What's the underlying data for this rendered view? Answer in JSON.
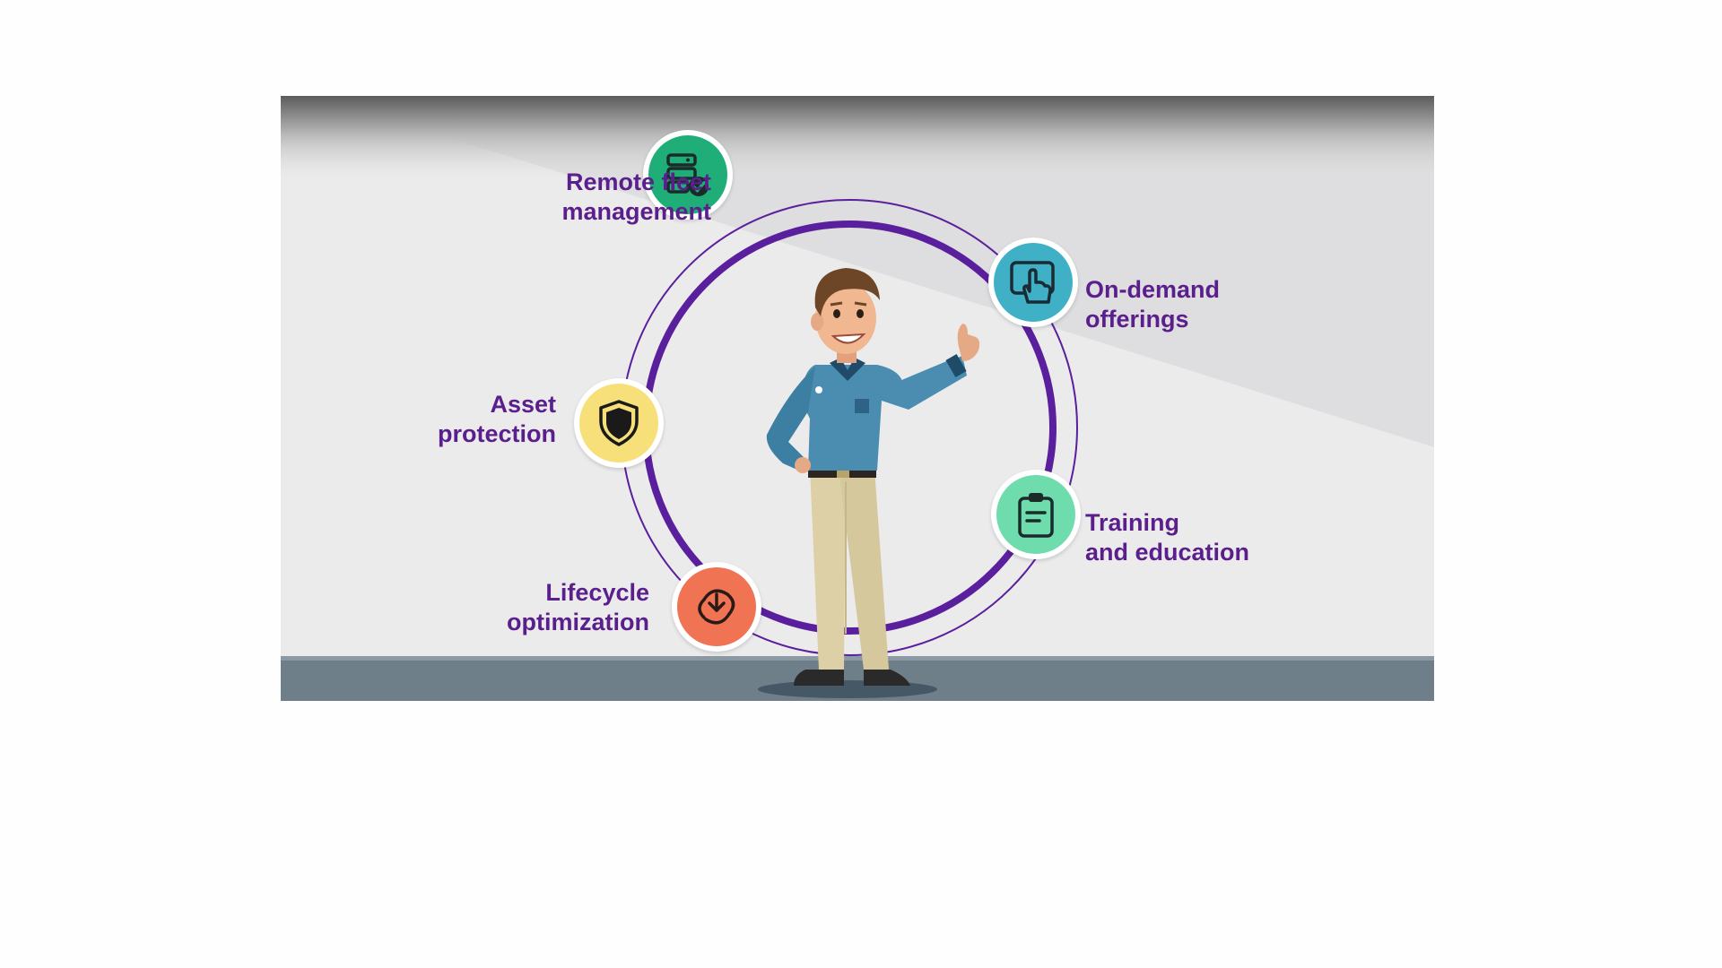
{
  "diagram": {
    "items": [
      {
        "label": "Remote fleet\nmanagement",
        "icon": "server-check-icon",
        "color": "#1fae77"
      },
      {
        "label": "On-demand\nofferings",
        "icon": "touch-screen-icon",
        "color": "#3fb0c6"
      },
      {
        "label": "Training\nand education",
        "icon": "clipboard-icon",
        "color": "#6fdcae"
      },
      {
        "label": "Lifecycle\noptimization",
        "icon": "cycle-arrows-icon",
        "color": "#f07354"
      },
      {
        "label": "Asset\nprotection",
        "icon": "shield-icon",
        "color": "#f7df7a"
      }
    ],
    "ring_color": "#5a1f9c",
    "text_color": "#5a1f8c"
  }
}
